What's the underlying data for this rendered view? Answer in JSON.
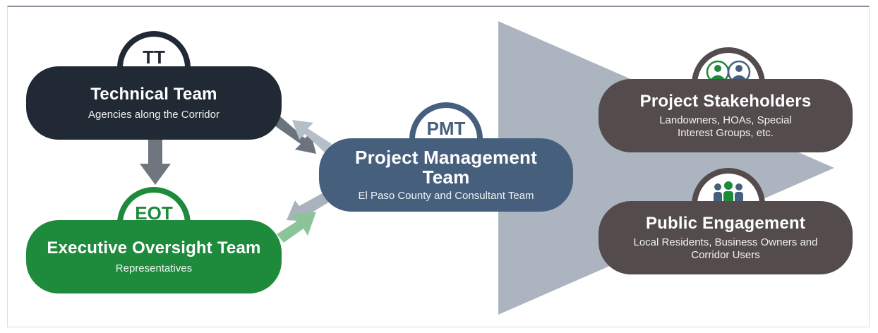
{
  "technical_team": {
    "badge": "TT",
    "title": "Technical Team",
    "subtitle": "Agencies along the Corridor"
  },
  "executive_oversight_team": {
    "badge": "EOT",
    "title": "Executive Oversight Team",
    "subtitle": "Representatives"
  },
  "project_management_team": {
    "badge": "PMT",
    "title_line1": "Project Management",
    "title_line2": "Team",
    "subtitle": "El Paso County and Consultant Team"
  },
  "project_stakeholders": {
    "badge_icon": "two-people-connected-icon",
    "title": "Project Stakeholders",
    "subtitle_line1": "Landowners, HOAs, Special",
    "subtitle_line2": "Interest Groups, etc."
  },
  "public_engagement": {
    "badge_icon": "group-of-people-icon",
    "title": "Public Engagement",
    "subtitle_line1": "Local Residents, Business Owners and",
    "subtitle_line2": "Corridor Users"
  },
  "colors": {
    "technical": "#212a34",
    "executive": "#1d8a3c",
    "pmt": "#465f7d",
    "stakeholders": "#544c4c",
    "cone": "#a3adb8",
    "arrow_gray": "#9aa4ae",
    "arrow_green": "#8cc49a"
  }
}
